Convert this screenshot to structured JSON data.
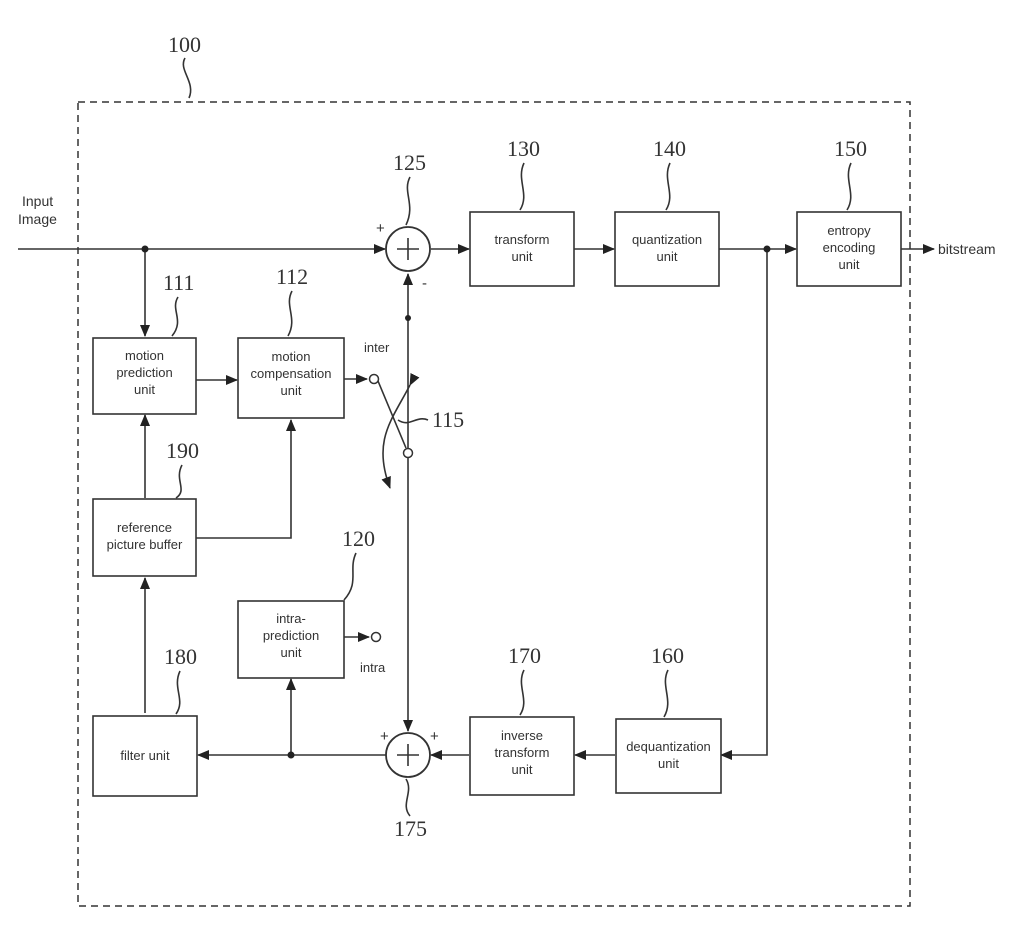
{
  "reference_numerals": {
    "encoder": "100",
    "motion_prediction": "111",
    "motion_compensation": "112",
    "switch": "115",
    "intra_prediction": "120",
    "subtractor": "125",
    "transform": "130",
    "quantization": "140",
    "entropy_encoding": "150",
    "dequantization": "160",
    "inverse_transform": "170",
    "adder": "175",
    "filter": "180",
    "reference_picture_buffer": "190"
  },
  "blocks": {
    "motion_prediction": [
      "motion",
      "prediction",
      "unit"
    ],
    "motion_compensation": [
      "motion",
      "compensation",
      "unit"
    ],
    "reference_picture_buffer": [
      "reference",
      "picture buffer"
    ],
    "intra_prediction": [
      "intra-",
      "prediction",
      "unit"
    ],
    "transform": [
      "transform",
      "unit"
    ],
    "quantization": [
      "quantization",
      "unit"
    ],
    "entropy_encoding": [
      "entropy",
      "encoding",
      "unit"
    ],
    "dequantization": [
      "dequantization",
      "unit"
    ],
    "inverse_transform": [
      "inverse",
      "transform",
      "unit"
    ],
    "filter": [
      "filter unit"
    ]
  },
  "io": {
    "input": [
      "Input",
      "Image"
    ],
    "output": "bitstream"
  },
  "switch_labels": {
    "inter": "inter",
    "intra": "intra"
  },
  "signs": {
    "plus": "+",
    "minus": "-"
  }
}
